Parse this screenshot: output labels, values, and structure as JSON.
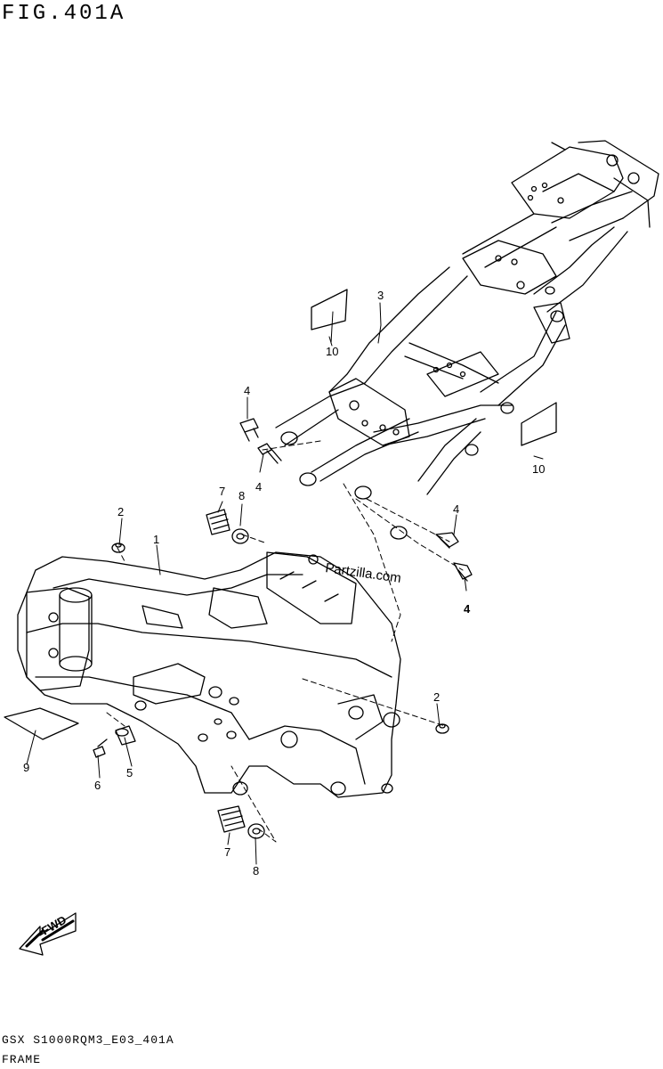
{
  "title": "FIG.401A",
  "footer": {
    "code": "GSX S1000RQM3_E03_401A",
    "name": "FRAME"
  },
  "watermark": "Partzilla.com",
  "fwd_label": "FWD",
  "callouts": {
    "c1": "1",
    "c2a": "2",
    "c2b": "2",
    "c3": "3",
    "c4a": "4",
    "c4b": "4",
    "c4c": "4",
    "c4d": "4",
    "c5": "5",
    "c6": "6",
    "c7a": "7",
    "c7b": "7",
    "c8a": "8",
    "c8b": "8",
    "c9": "9",
    "c10a": "10",
    "c10b": "10"
  }
}
